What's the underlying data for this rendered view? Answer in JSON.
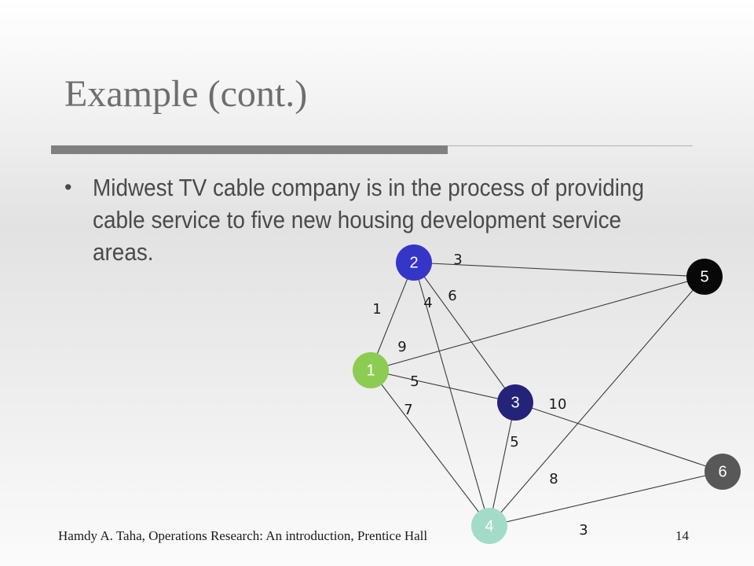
{
  "slide": {
    "title": "Example (cont.)",
    "bullets": [
      {
        "marker": "•",
        "text": "Midwest TV cable company is in the process of providing cable service to five new housing development service areas."
      }
    ],
    "footer": {
      "citation": "Hamdy A. Taha, Operations Research: An introduction, Prentice Hall",
      "page": "14"
    }
  },
  "network": {
    "nodes": [
      {
        "id": "1",
        "label": "1",
        "color": "#8ccc52"
      },
      {
        "id": "2",
        "label": "2",
        "color": "#3535c8"
      },
      {
        "id": "3",
        "label": "3",
        "color": "#23237a"
      },
      {
        "id": "4",
        "label": "4",
        "color": "#a2dcc8"
      },
      {
        "id": "5",
        "label": "5",
        "color": "#080808"
      },
      {
        "id": "6",
        "label": "6",
        "color": "#585858"
      }
    ],
    "edges": [
      {
        "from": "1",
        "to": "2",
        "weight": "1"
      },
      {
        "from": "1",
        "to": "3",
        "weight": "5"
      },
      {
        "from": "1",
        "to": "4",
        "weight": "7"
      },
      {
        "from": "1",
        "to": "5",
        "weight": "9"
      },
      {
        "from": "2",
        "to": "3",
        "weight": "6"
      },
      {
        "from": "2",
        "to": "4",
        "weight": "4"
      },
      {
        "from": "2",
        "to": "5",
        "weight": "3"
      },
      {
        "from": "3",
        "to": "4",
        "weight": "5"
      },
      {
        "from": "3",
        "to": "6",
        "weight": "10"
      },
      {
        "from": "4",
        "to": "5",
        "weight": "8"
      },
      {
        "from": "4",
        "to": "6",
        "weight": "3"
      }
    ]
  }
}
